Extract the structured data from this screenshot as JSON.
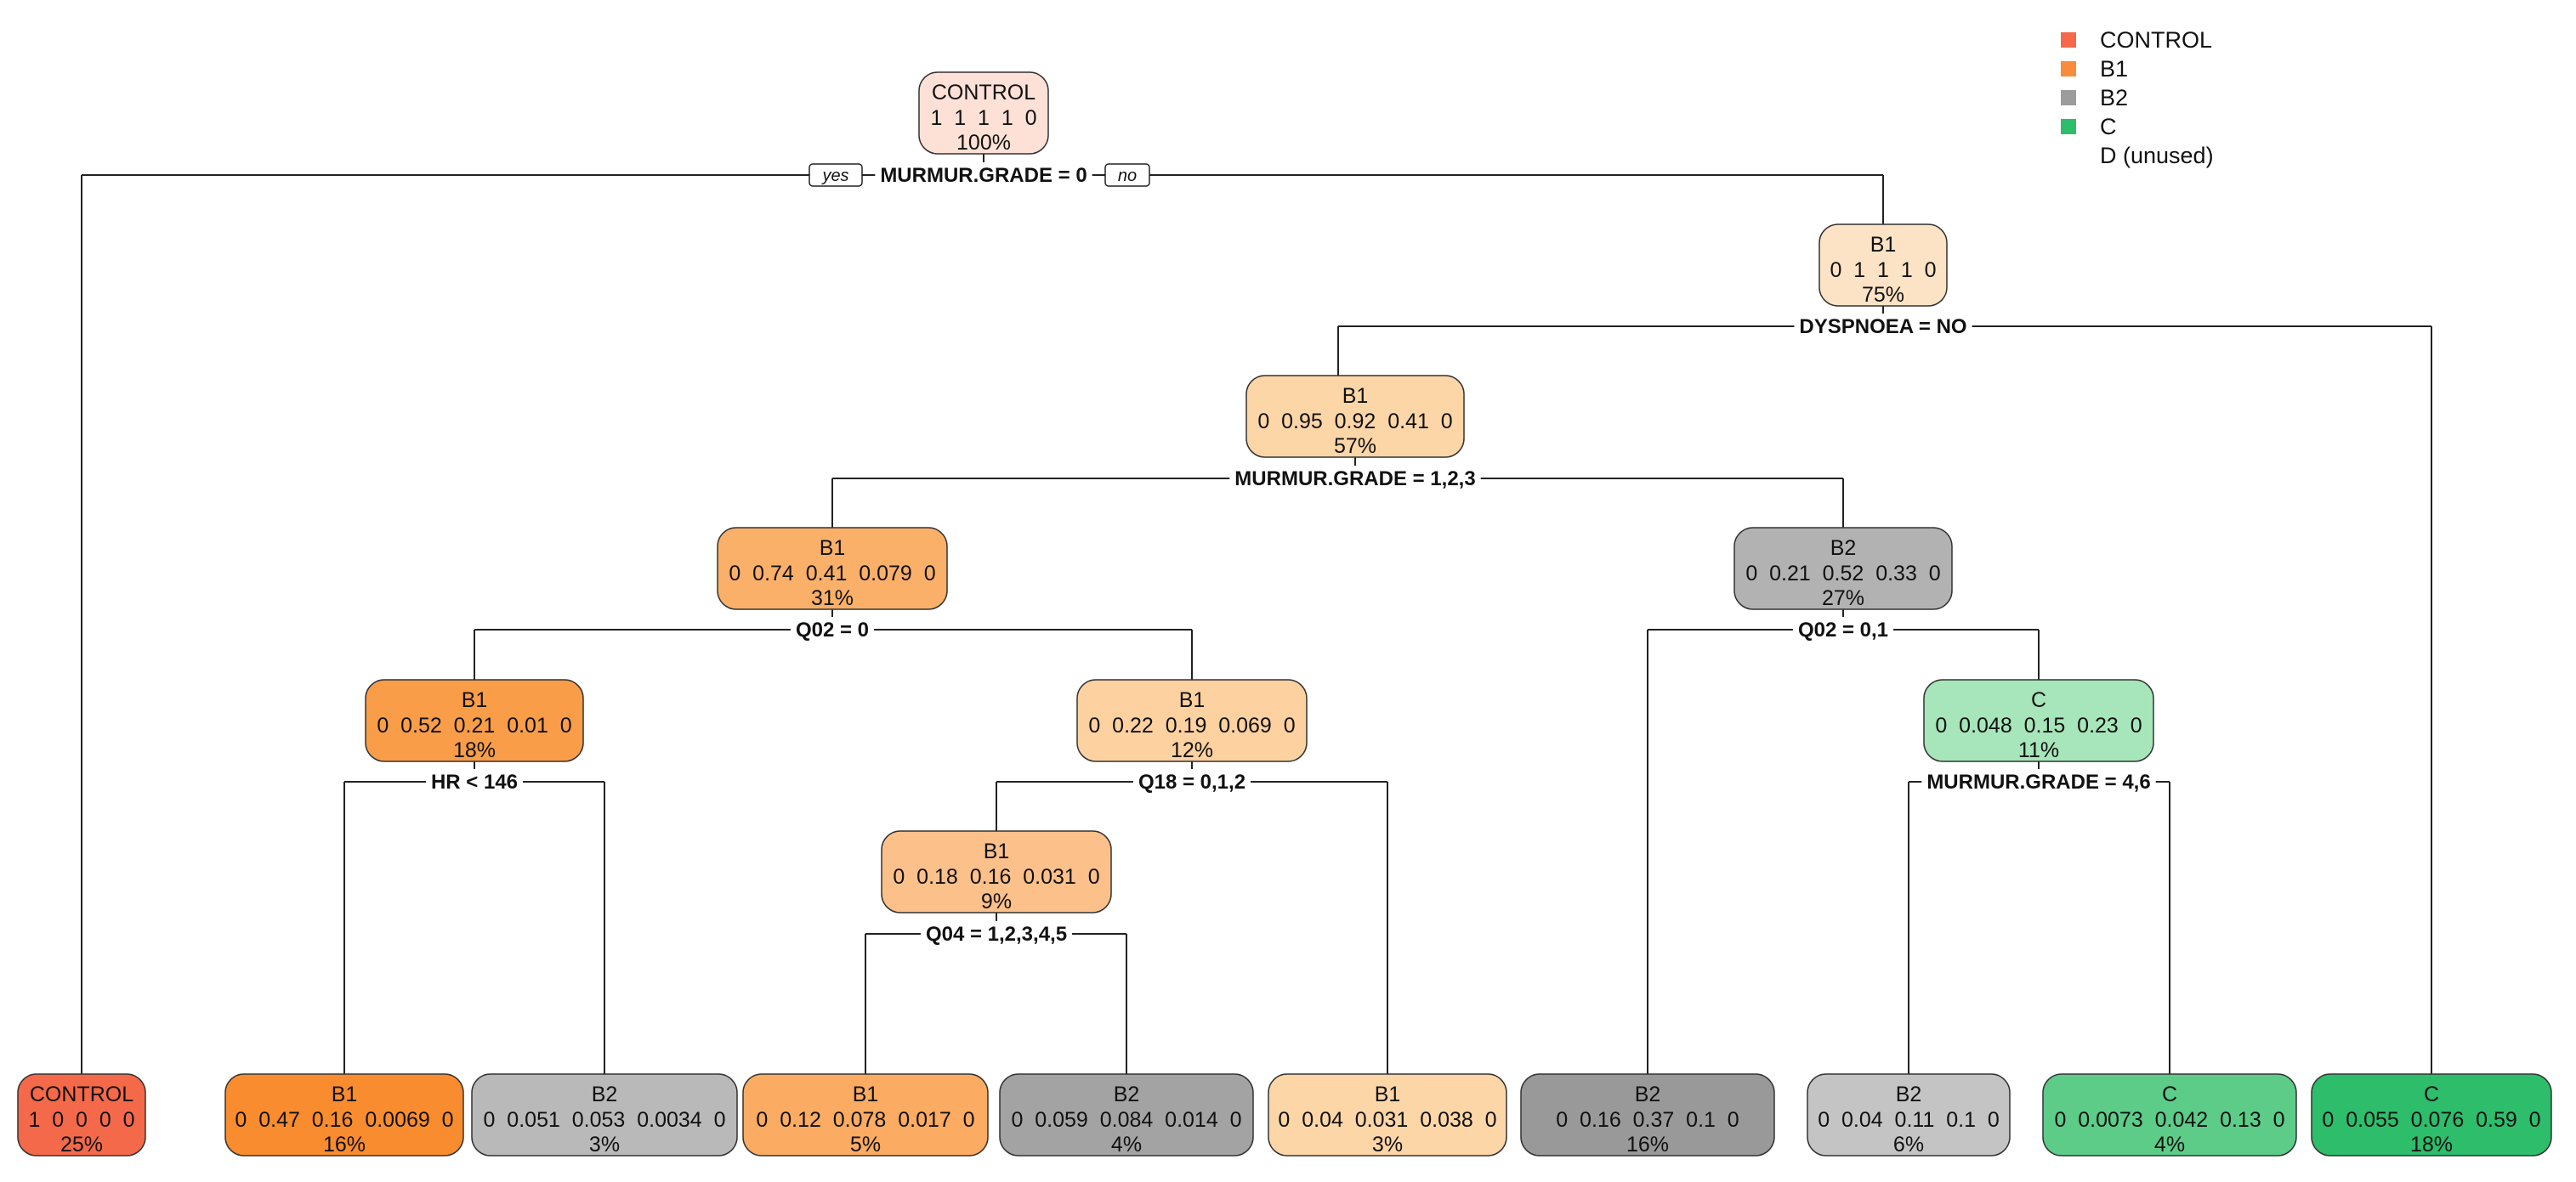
{
  "legend": {
    "items": [
      {
        "label": "CONTROL",
        "color": "#f4694a"
      },
      {
        "label": "B1",
        "color": "#f98c3b"
      },
      {
        "label": "B2",
        "color": "#9c9c9c"
      },
      {
        "label": "C",
        "color": "#2dbd6b"
      },
      {
        "label": "D (unused)",
        "color": null
      }
    ]
  },
  "branch_labels": {
    "yes": "yes",
    "no": "no"
  },
  "nodes": [
    {
      "id": "n1",
      "class": "CONTROL",
      "values": "1  1  1  1  0",
      "pct": "100%",
      "fill": "#fde0d6"
    },
    {
      "id": "n3",
      "class": "B1",
      "values": "0  1  1  1  0",
      "pct": "75%",
      "fill": "#fde3c6"
    },
    {
      "id": "n6",
      "class": "B1",
      "values": "0  0.95  0.92  0.41  0",
      "pct": "57%",
      "fill": "#fdd6a8"
    },
    {
      "id": "n12",
      "class": "B1",
      "values": "0  0.74  0.41  0.079  0",
      "pct": "31%",
      "fill": "#fbb06a"
    },
    {
      "id": "n13",
      "class": "B2",
      "values": "0  0.21  0.52  0.33  0",
      "pct": "27%",
      "fill": "#b2b2b2"
    },
    {
      "id": "n24",
      "class": "B1",
      "values": "0  0.52  0.21  0.01  0",
      "pct": "18%",
      "fill": "#f99d48"
    },
    {
      "id": "n25",
      "class": "B1",
      "values": "0  0.22  0.19  0.069  0",
      "pct": "12%",
      "fill": "#fdd1a0"
    },
    {
      "id": "n27",
      "class": "C",
      "values": "0  0.048  0.15  0.23  0",
      "pct": "11%",
      "fill": "#a6e6ba"
    },
    {
      "id": "n50",
      "class": "B1",
      "values": "0  0.18  0.16  0.031  0",
      "pct": "9%",
      "fill": "#fcc08a"
    },
    {
      "id": "l1",
      "class": "CONTROL",
      "values": "1  0  0  0  0",
      "pct": "25%",
      "fill": "#f4694a"
    },
    {
      "id": "l2",
      "class": "B1",
      "values": "0  0.47  0.16  0.0069  0",
      "pct": "16%",
      "fill": "#f98c2e"
    },
    {
      "id": "l3",
      "class": "B2",
      "values": "0  0.051  0.053  0.0034  0",
      "pct": "3%",
      "fill": "#b9b9b9"
    },
    {
      "id": "l4",
      "class": "B1",
      "values": "0  0.12  0.078  0.017  0",
      "pct": "5%",
      "fill": "#fbab62"
    },
    {
      "id": "l5",
      "class": "B2",
      "values": "0  0.059  0.084  0.014  0",
      "pct": "4%",
      "fill": "#a3a3a3"
    },
    {
      "id": "l6",
      "class": "B1",
      "values": "0  0.04  0.031  0.038  0",
      "pct": "3%",
      "fill": "#fdd6a8"
    },
    {
      "id": "l7",
      "class": "B2",
      "values": "0  0.16  0.37  0.1  0",
      "pct": "16%",
      "fill": "#999999"
    },
    {
      "id": "l8",
      "class": "B2",
      "values": "0  0.04  0.11  0.1  0",
      "pct": "6%",
      "fill": "#c4c4c4"
    },
    {
      "id": "l9",
      "class": "C",
      "values": "0  0.0073  0.042  0.13  0",
      "pct": "4%",
      "fill": "#5ccc88"
    },
    {
      "id": "l10",
      "class": "C",
      "values": "0  0.055  0.076  0.59  0",
      "pct": "18%",
      "fill": "#2dbd6b"
    }
  ],
  "splits": [
    {
      "id": "s1",
      "label": "MURMUR.GRADE = 0"
    },
    {
      "id": "s3",
      "label": "DYSPNOEA = NO"
    },
    {
      "id": "s6",
      "label": "MURMUR.GRADE = 1,2,3"
    },
    {
      "id": "s12",
      "label": "Q02 = 0"
    },
    {
      "id": "s13",
      "label": "Q02 = 0,1"
    },
    {
      "id": "s24",
      "label": "HR < 146"
    },
    {
      "id": "s25",
      "label": "Q18 = 0,1,2"
    },
    {
      "id": "s27",
      "label": "MURMUR.GRADE = 4,6"
    },
    {
      "id": "s50",
      "label": "Q04 = 1,2,3,4,5"
    }
  ]
}
